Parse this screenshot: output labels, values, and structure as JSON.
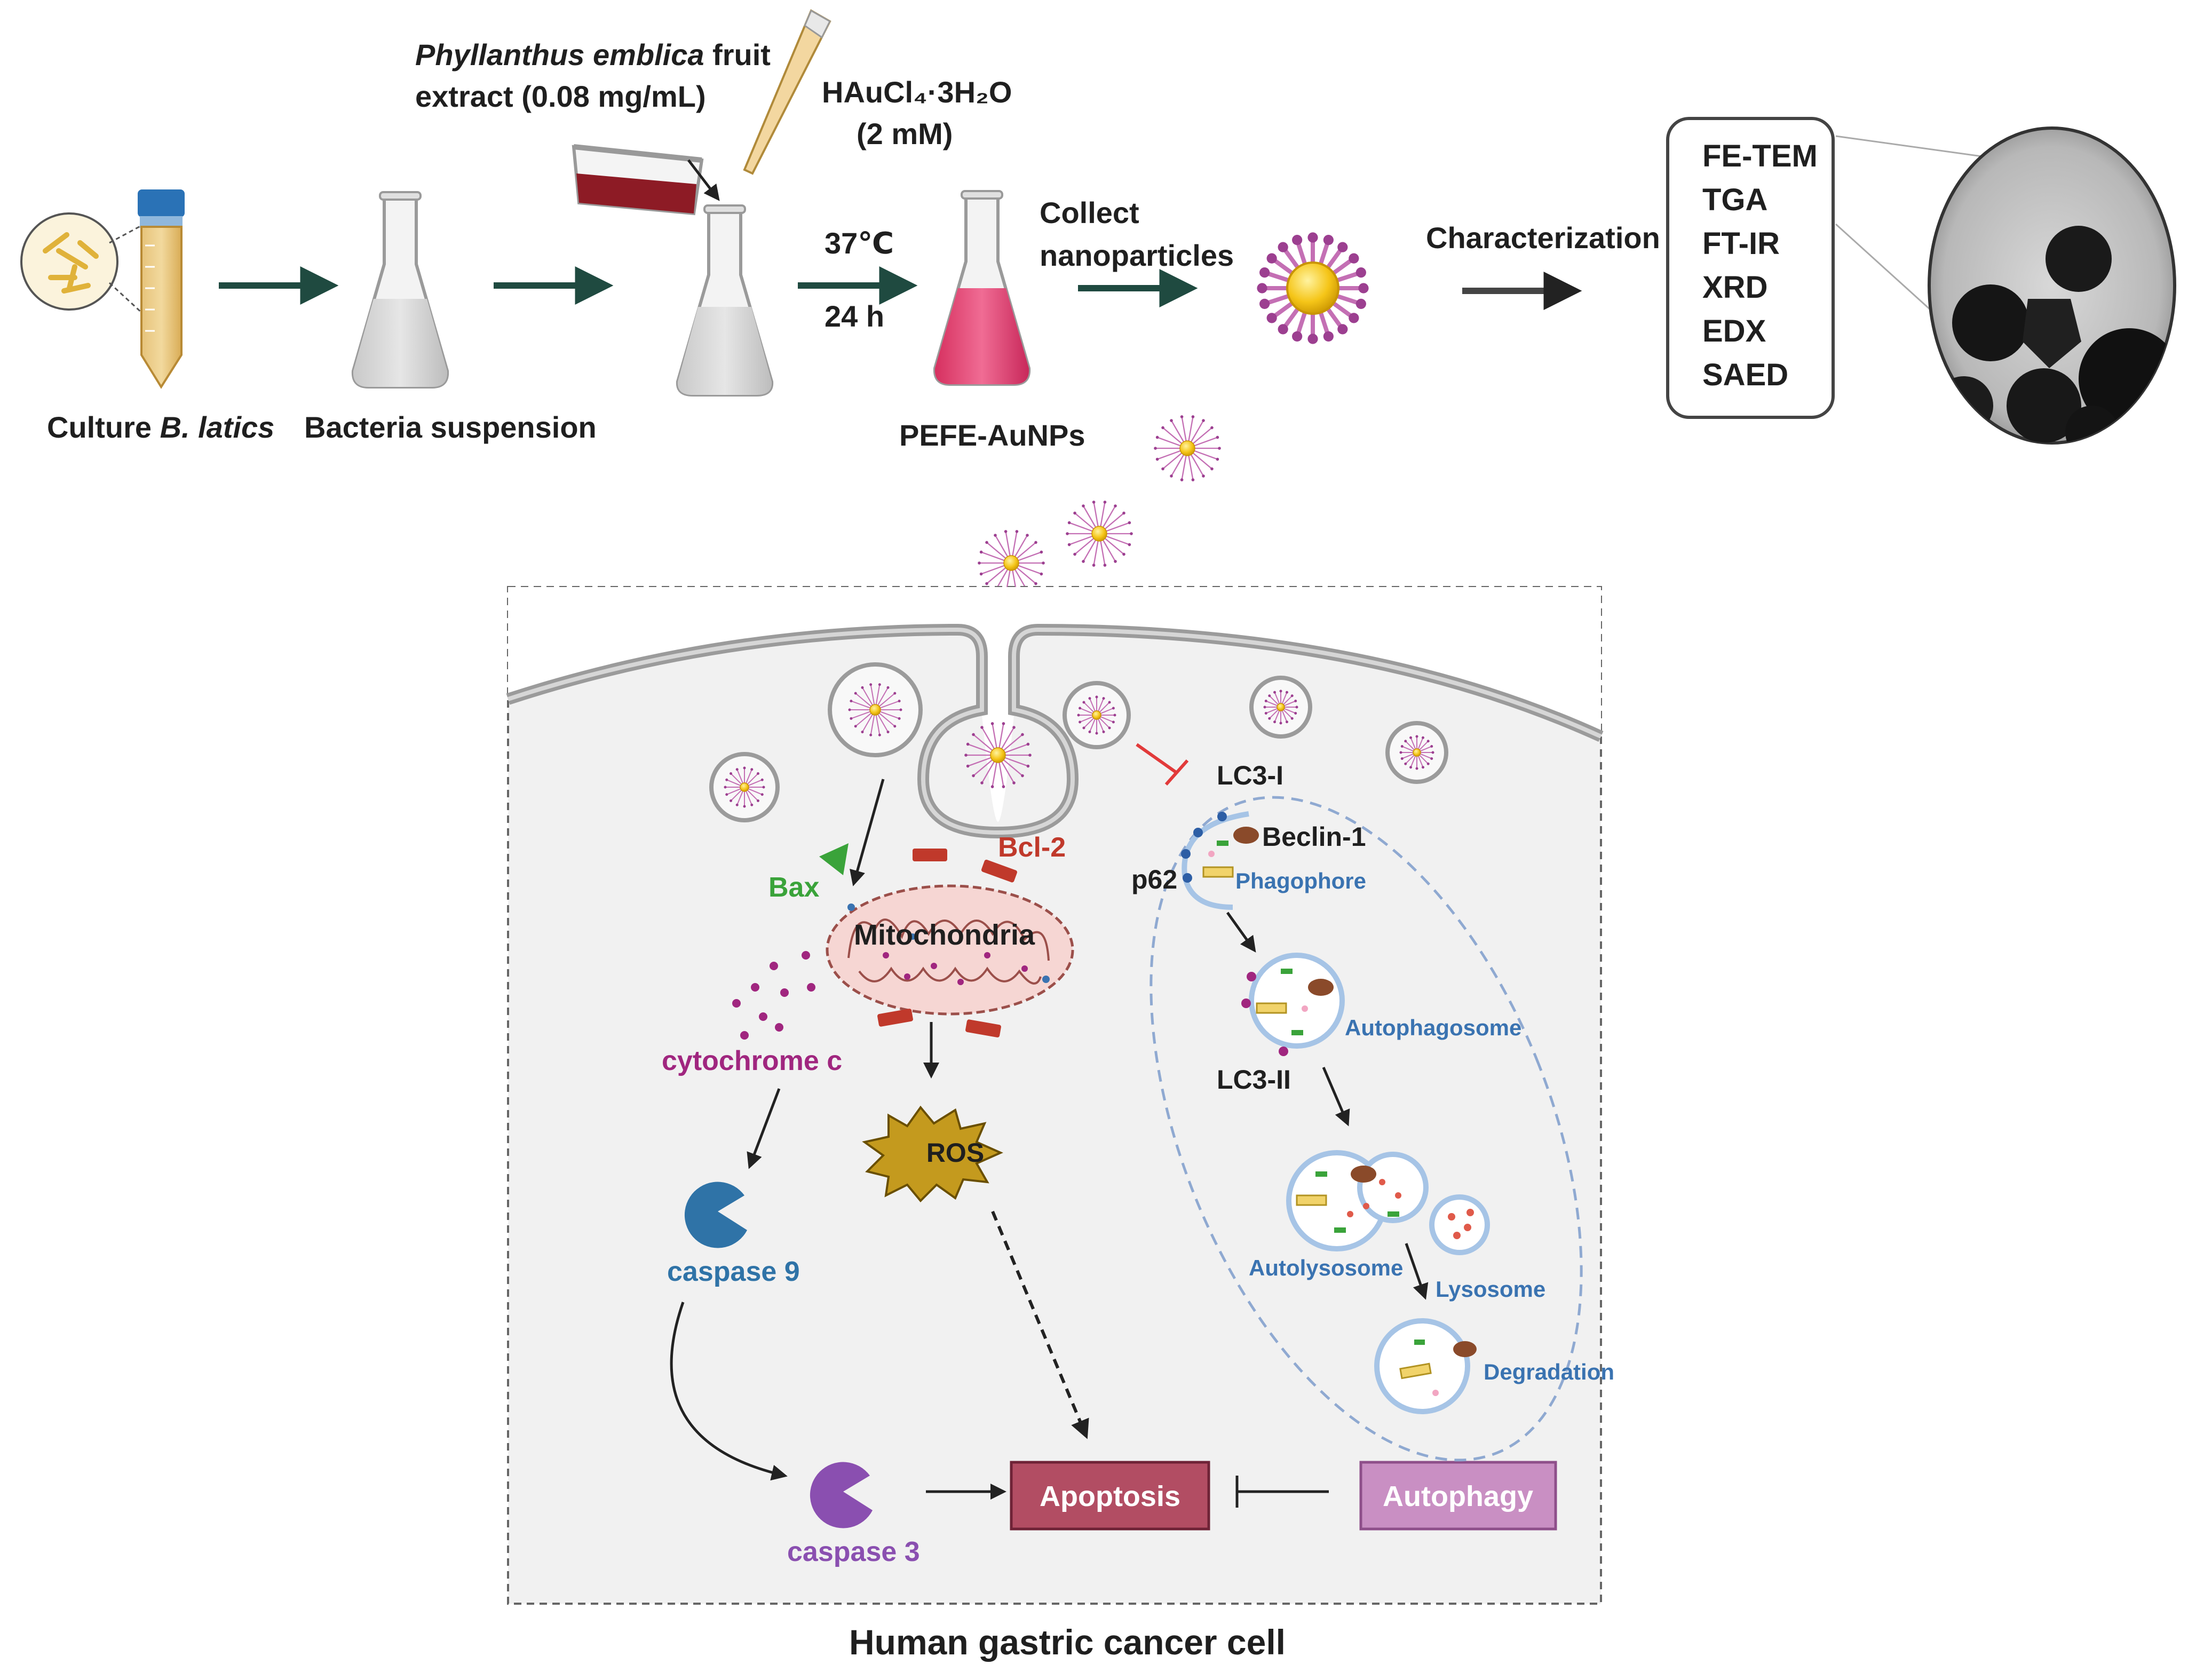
{
  "top": {
    "culture_prefix": "Culture ",
    "culture_species": "B. latics",
    "bacteria_suspension": "Bacteria suspension",
    "extract_species": "Phyllanthus emblica",
    "extract_suffix": " fruit",
    "extract_line2": "extract (0.08 mg/mL)",
    "gold_salt": "HAuCl₄·3H₂O",
    "gold_conc": "(2 mM)",
    "temperature": "37℃",
    "time": "24 h",
    "product": "PEFE-AuNPs",
    "collect_line1": "Collect",
    "collect_line2": "nanoparticles",
    "characterization": "Characterization",
    "methods": [
      "FE-TEM",
      "TGA",
      "FT-IR",
      "XRD",
      "EDX",
      "SAED"
    ]
  },
  "cell": {
    "title": "Human gastric cancer cell",
    "bax": "Bax",
    "bcl2": "Bcl-2",
    "mitochondria": "Mitochondria",
    "cytochrome_c": "cytochrome c",
    "ros": "ROS",
    "caspase9": "caspase 9",
    "caspase3": "caspase 3",
    "apoptosis": "Apoptosis",
    "autophagy": "Autophagy",
    "lc3_1": "LC3-I",
    "beclin1": "Beclin-1",
    "p62": "p62",
    "phagophore": "Phagophore",
    "autophagosome": "Autophagosome",
    "lc3_2": "LC3-II",
    "autolysosome": "Autolysosome",
    "lysosome": "Lysosome",
    "degradation": "Degradation"
  },
  "colors": {
    "arrow_green": "#1f4a40",
    "bax_green": "#3aa33a",
    "bcl2_red": "#c0392b",
    "cyto_magenta": "#a0267f",
    "caspase9_blue": "#2f73a7",
    "caspase3_purple": "#8a4fb0",
    "apoptosis_fill": "#b24d63",
    "autophagy_fill": "#c98fc3",
    "autophagy_text_blue": "#3a73b1",
    "ros_gold": "#c49a1e",
    "gold_core": "#f5c518",
    "ligand_pink": "#c46fb4"
  }
}
